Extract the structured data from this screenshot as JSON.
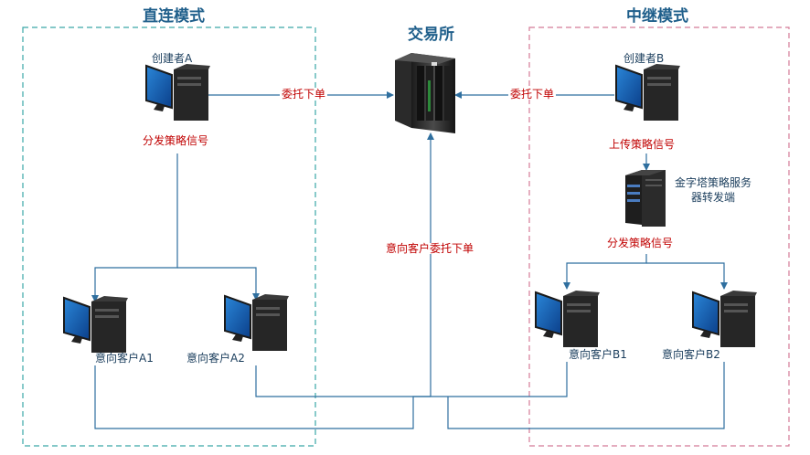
{
  "sections": {
    "direct": {
      "title": "直连模式",
      "border_color": "#3aa6a6"
    },
    "relay": {
      "title": "中继模式",
      "border_color": "#d47a97"
    },
    "exchange": {
      "title": "交易所"
    }
  },
  "nodes": {
    "creator_a": "创建者A",
    "creator_b": "创建者B",
    "client_a1": "意向客户A1",
    "client_a2": "意向客户A2",
    "client_b1": "意向客户B1",
    "client_b2": "意向客户B2",
    "pyramid_server": {
      "line1": "金字塔策略服务",
      "line2": "器转发端"
    }
  },
  "edges": {
    "order_a": "委托下单",
    "order_b": "委托下单",
    "distribute_a": "分发策略信号",
    "upload_b": "上传策略信号",
    "distribute_b": "分发策略信号",
    "client_order": "意向客户委托下单"
  },
  "colors": {
    "line": "#2f6f9f",
    "label_red": "#c00000",
    "title": "#1f5f8b"
  }
}
